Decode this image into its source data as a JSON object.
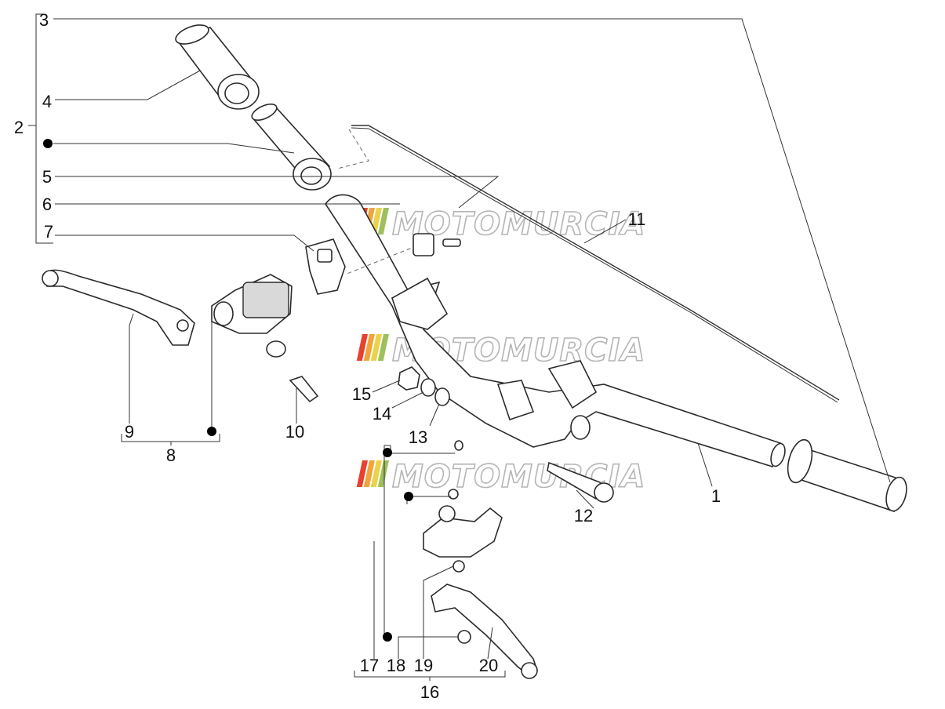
{
  "watermark": {
    "text": "MOTOMURCIA",
    "stripe_colors": [
      "#e8412e",
      "#f2a43a",
      "#e9d34a",
      "#9ec05c"
    ]
  },
  "part_labels": {
    "p1": "1",
    "p2": "2",
    "p3": "3",
    "p4": "4",
    "p5": "5",
    "p6": "6",
    "p7": "7",
    "p8": "8",
    "p9": "9",
    "p10": "10",
    "p11": "11",
    "p12": "12",
    "p13": "13",
    "p14": "14",
    "p15": "15",
    "p16": "16",
    "p17": "17",
    "p18": "18",
    "p19": "19",
    "p20": "20"
  }
}
